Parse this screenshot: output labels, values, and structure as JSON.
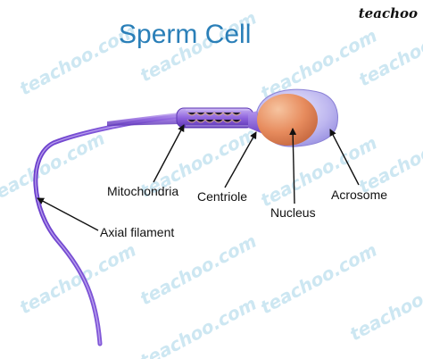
{
  "brand": {
    "logo_text": "teachoo"
  },
  "title": "Sperm Cell",
  "watermark": "teachoo.com",
  "labels": {
    "mitochondria": "Mitochondria",
    "centriole": "Centriole",
    "nucleus": "Nucleus",
    "acrosome": "Acrosome",
    "axial_filament": "Axial filament"
  },
  "colors": {
    "title": "#2a7fb8",
    "tail": "#7b4fd6",
    "head": "#b9b3ee",
    "nucleus": "#e0895e",
    "watermark": "#cde7f2"
  }
}
